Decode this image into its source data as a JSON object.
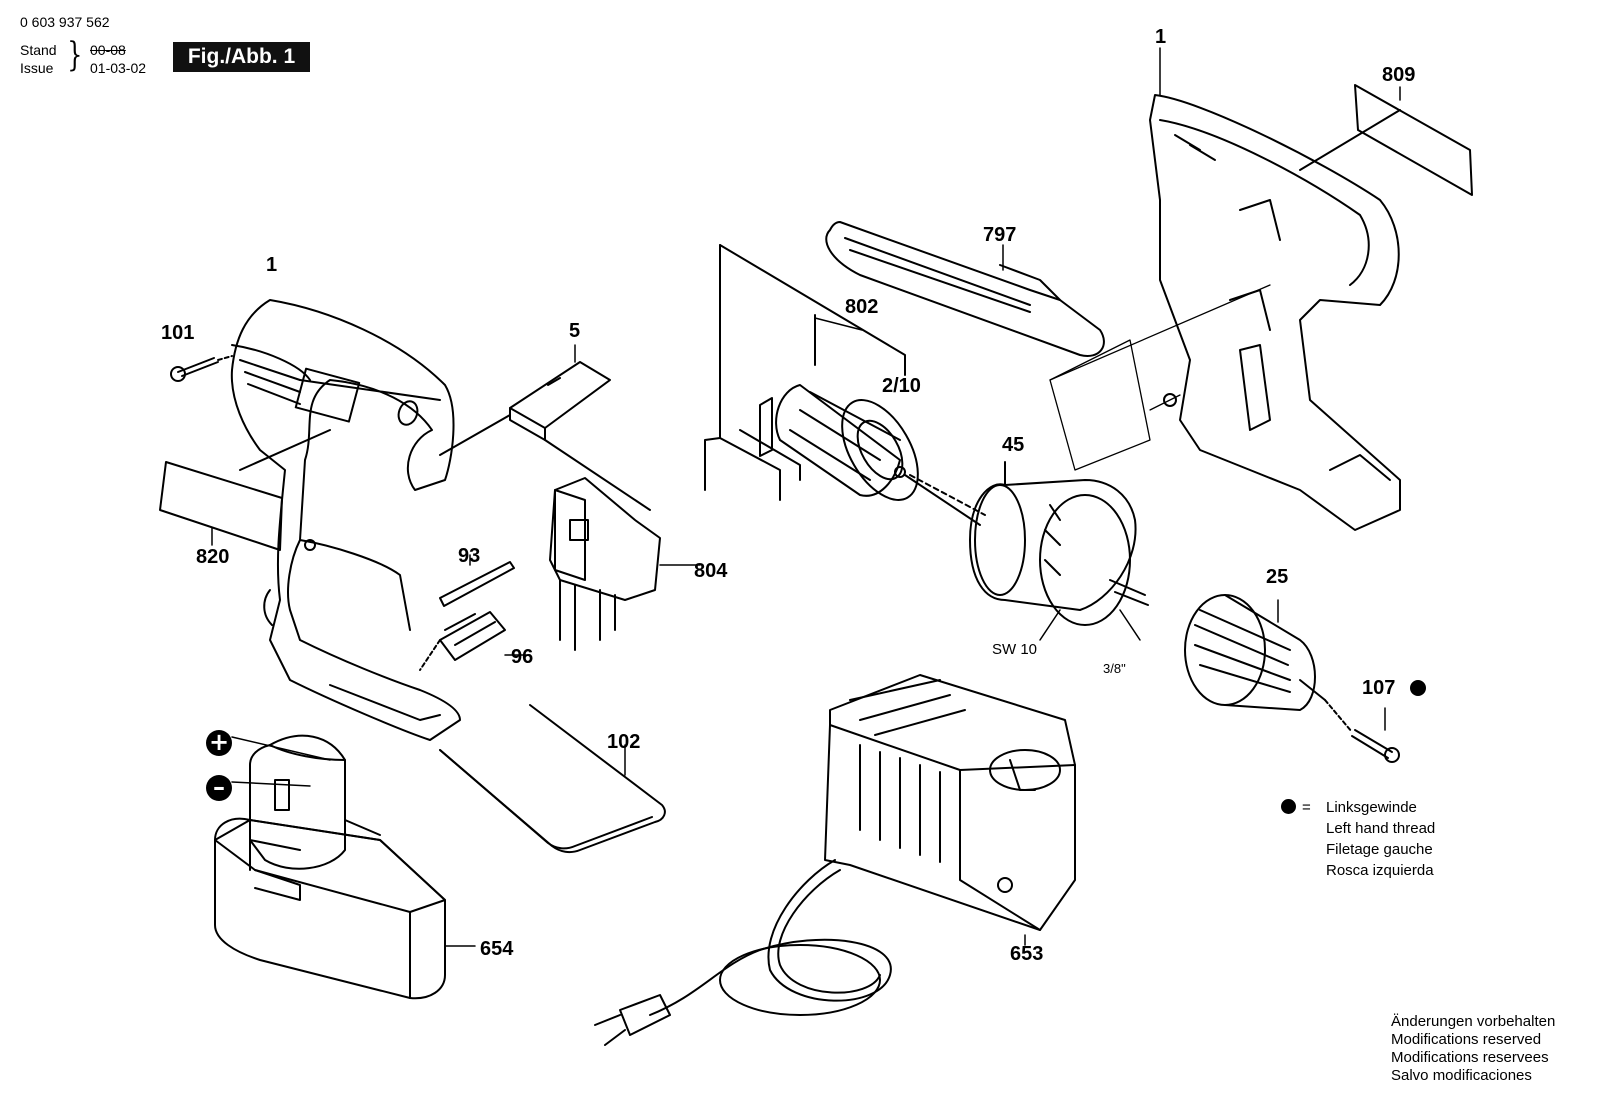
{
  "header": {
    "part_number": "0 603 937 562",
    "stand_label": "Stand",
    "issue_label": "Issue",
    "stand_date_struck": "00-08",
    "issue_date": "01-03-02",
    "figure_label": "Fig./Abb. 1"
  },
  "parts": {
    "housing_left": "1",
    "housing_right": "1",
    "screw_101": "101",
    "switch_cover": "5",
    "nameplate_809": "809",
    "belt_hook": "797",
    "motor_bracket": "802",
    "motor": "2/10",
    "gearbox": "45",
    "label_820": "820",
    "bit_93": "93",
    "switch": "804",
    "bit_holder": "96",
    "wire_102": "102",
    "chuck": "25",
    "screw_107": "107",
    "battery": "654",
    "charger": "653"
  },
  "small_labels": {
    "wrench_size": "SW 10",
    "thread": "3/8\""
  },
  "battery_terminals": {
    "plus": "+",
    "minus": "–"
  },
  "legend": {
    "equals": "=",
    "lines": [
      "Linksgewinde",
      "Left hand thread",
      "Filetage gauche",
      "Rosca izquierda"
    ]
  },
  "notice": {
    "lines": [
      "Änderungen vorbehalten",
      "Modifications reserved",
      "Modifications reservees",
      "Salvo modificaciones"
    ]
  }
}
